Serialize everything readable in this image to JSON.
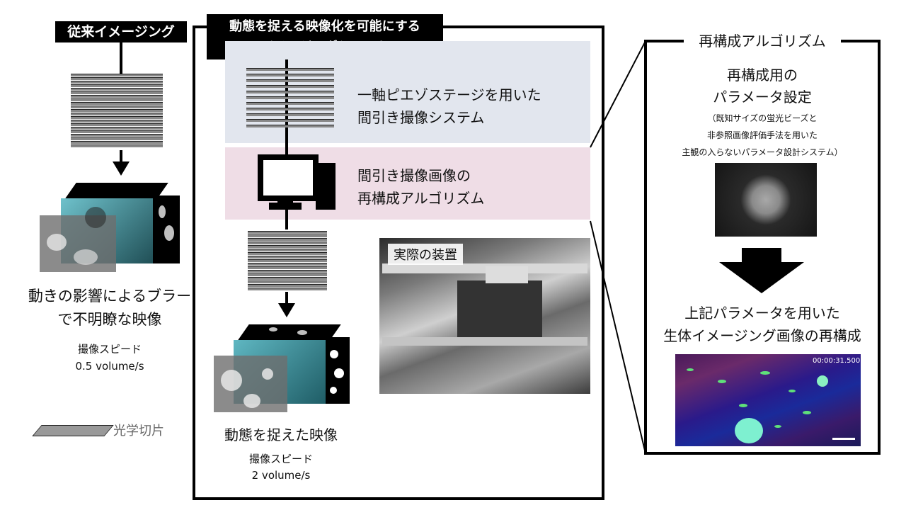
{
  "left": {
    "header": "従来イメージング",
    "result_line1": "動きの影響によるブラー",
    "result_line2": "で不明瞭な映像",
    "speed_label": "撮像スピード",
    "speed_value": "0.5 volume/s",
    "legend_label": "光学切片"
  },
  "center": {
    "header_line1": "動態を捉える映像化を可能にする",
    "header_line2": "イメージングシステム",
    "step1_line1": "一軸ピエゾステージを用いた",
    "step1_line2": "間引き撮像システム",
    "step2_line1": "間引き撮像画像の",
    "step2_line2": "再構成アルゴリズム",
    "photo_label": "実際の装置",
    "result_label": "動態を捉えた映像",
    "speed_label": "撮像スピード",
    "speed_value": "2 volume/s"
  },
  "right": {
    "header": "再構成アルゴリズム",
    "param_line1": "再構成用の",
    "param_line2": "パラメータ設定",
    "note_line1": "（既知サイズの蛍光ビーズと",
    "note_line2": "非参照画像評価手法を用いた",
    "note_line3": "主観の入らないパラメータ設計システム）",
    "recon_line1": "上記パラメータを用いた",
    "recon_line2": "生体イメージング画像の再構成",
    "timestamp": "00:00:31.500"
  },
  "colors": {
    "step1_bg": "#e2e6ee",
    "step2_bg": "#efdde6",
    "cube_teal": "#3d8c96"
  }
}
